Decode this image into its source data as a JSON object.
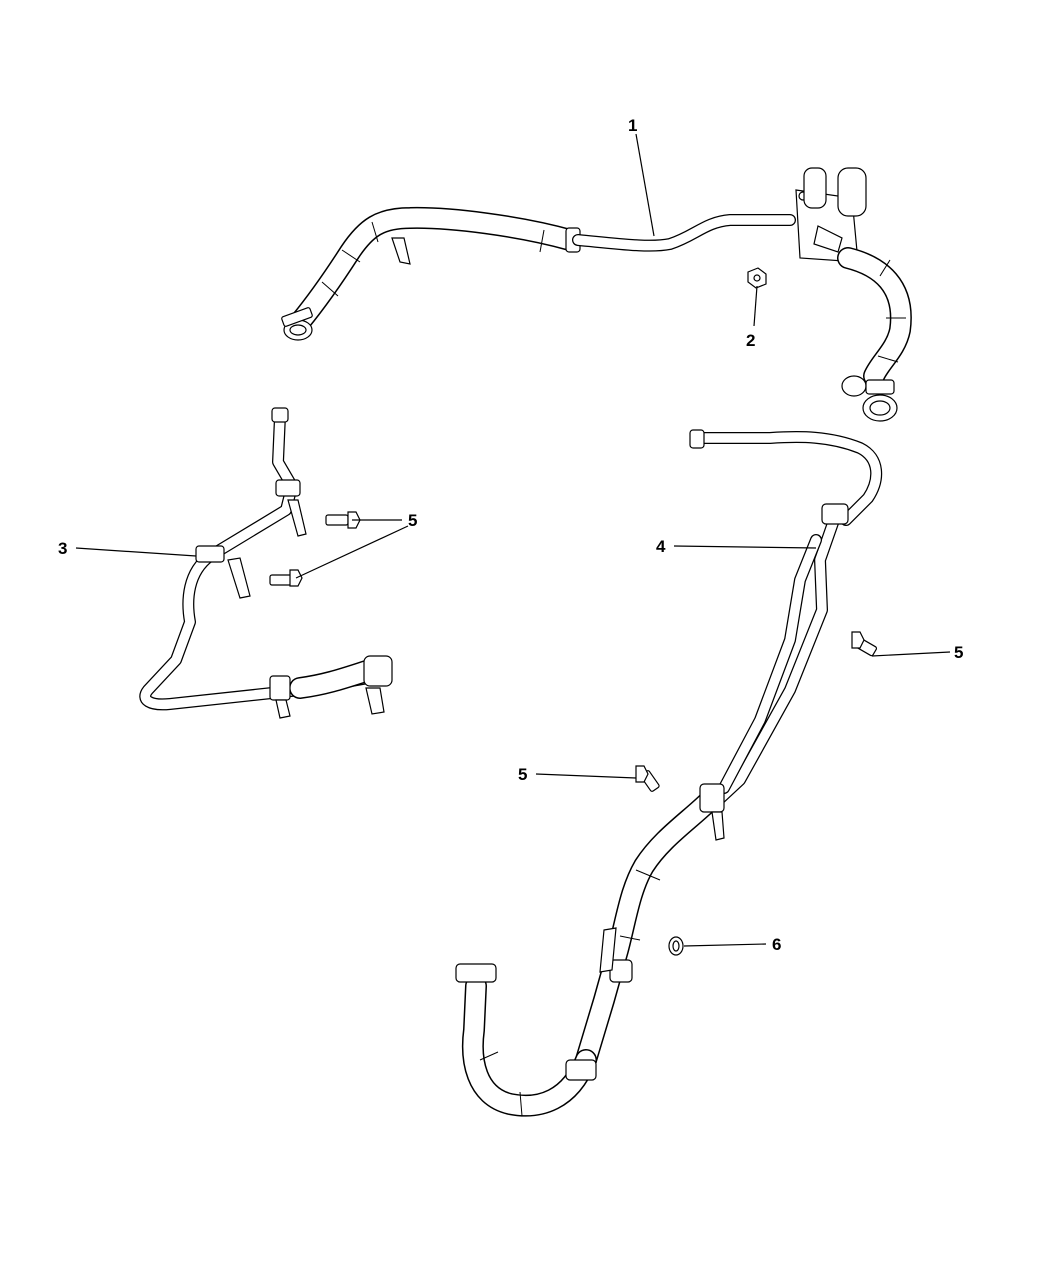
{
  "callouts": [
    {
      "id": "c1",
      "label": "1"
    },
    {
      "id": "c2",
      "label": "2"
    },
    {
      "id": "c3",
      "label": "3"
    },
    {
      "id": "c4",
      "label": "4"
    },
    {
      "id": "c5a",
      "label": "5"
    },
    {
      "id": "c5b",
      "label": "5"
    },
    {
      "id": "c5c",
      "label": "5"
    },
    {
      "id": "c6",
      "label": "6"
    }
  ]
}
